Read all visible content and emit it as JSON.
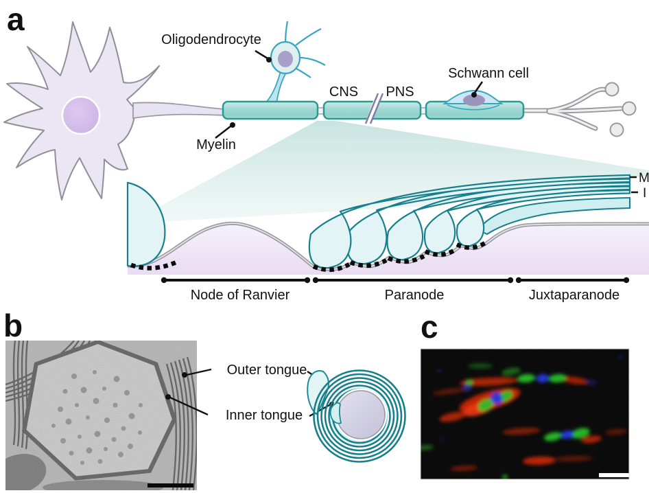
{
  "panel_labels": {
    "a": "a",
    "b": "b",
    "c": "c"
  },
  "panel_a": {
    "oligodendrocyte_label": "Oligodendrocyte",
    "myelin_label": "Myelin",
    "cns_label": "CNS",
    "pns_label": "PNS",
    "schwann_label": "Schwann cell",
    "myelin_layer_abbr": "M",
    "inner_tongue_abbr": "I",
    "region_node": "Node of Ranvier",
    "region_paranode": "Paranode",
    "region_juxtaparanode": "Juxtaparanode"
  },
  "panel_b": {
    "outer_tongue_label": "Outer tongue",
    "inner_tongue_label": "Inner tongue"
  },
  "theme_colors": {
    "myelin_outline": "#2a9a94",
    "myelin_fill_light": "#c2e8e3",
    "myelin_fill_dark": "#8fd2cb",
    "loop_outline": "#17808c",
    "loop_fill": "#e3f4f7",
    "inner_tongue_fill": "#cfeef2",
    "cone_fill": "#c9e4e0",
    "soma_fill": "#ece5f4",
    "nucleus_fill": "#cdb6e6",
    "oligo_outline": "#35a8c0",
    "oligo_fill": "#ddeff0",
    "oligo_nucleus": "#a8a0c8",
    "axoplasm_fill": "#efe7f8",
    "membrane_gray": "#9b9ba3",
    "label_color": "#111111",
    "fluor_red": "#cf2406",
    "fluor_green": "#24bd24",
    "fluor_blue": "#2433e0"
  }
}
